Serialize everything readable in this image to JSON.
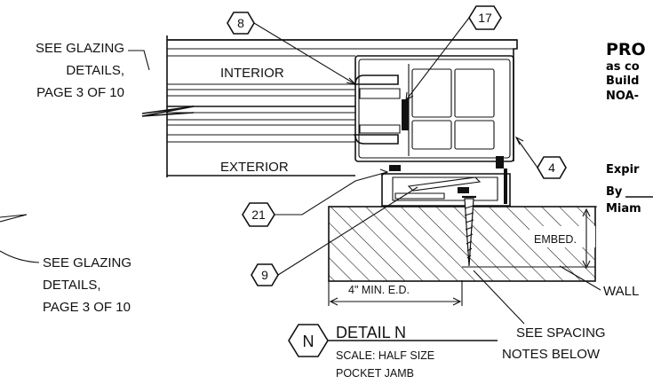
{
  "notes": {
    "glazing_top": [
      "SEE GLAZING",
      "DETAILS,",
      "PAGE 3 OF 10"
    ],
    "glazing_bottom": [
      "SEE GLAZING",
      "DETAILS,",
      "PAGE 3 OF 10"
    ],
    "interior": "INTERIOR",
    "exterior": "EXTERIOR",
    "embed": "EMBED.",
    "wall": "WALL",
    "min_ed": "4\" MIN. E.D.",
    "spacing": [
      "SEE SPACING",
      "NOTES BELOW"
    ]
  },
  "callouts": {
    "c8": "8",
    "c17": "17",
    "c4": "4",
    "c21": "21",
    "c9": "9"
  },
  "detail": {
    "letter": "N",
    "title": "DETAIL N",
    "scale": "SCALE: HALF SIZE",
    "subtitle": "POCKET JAMB"
  },
  "stamp": {
    "l1": "PRO",
    "l2": "as co",
    "l3": "Build",
    "l4": "NOA-",
    "l5": "Expir",
    "l6": "By",
    "l7": "Miam"
  }
}
